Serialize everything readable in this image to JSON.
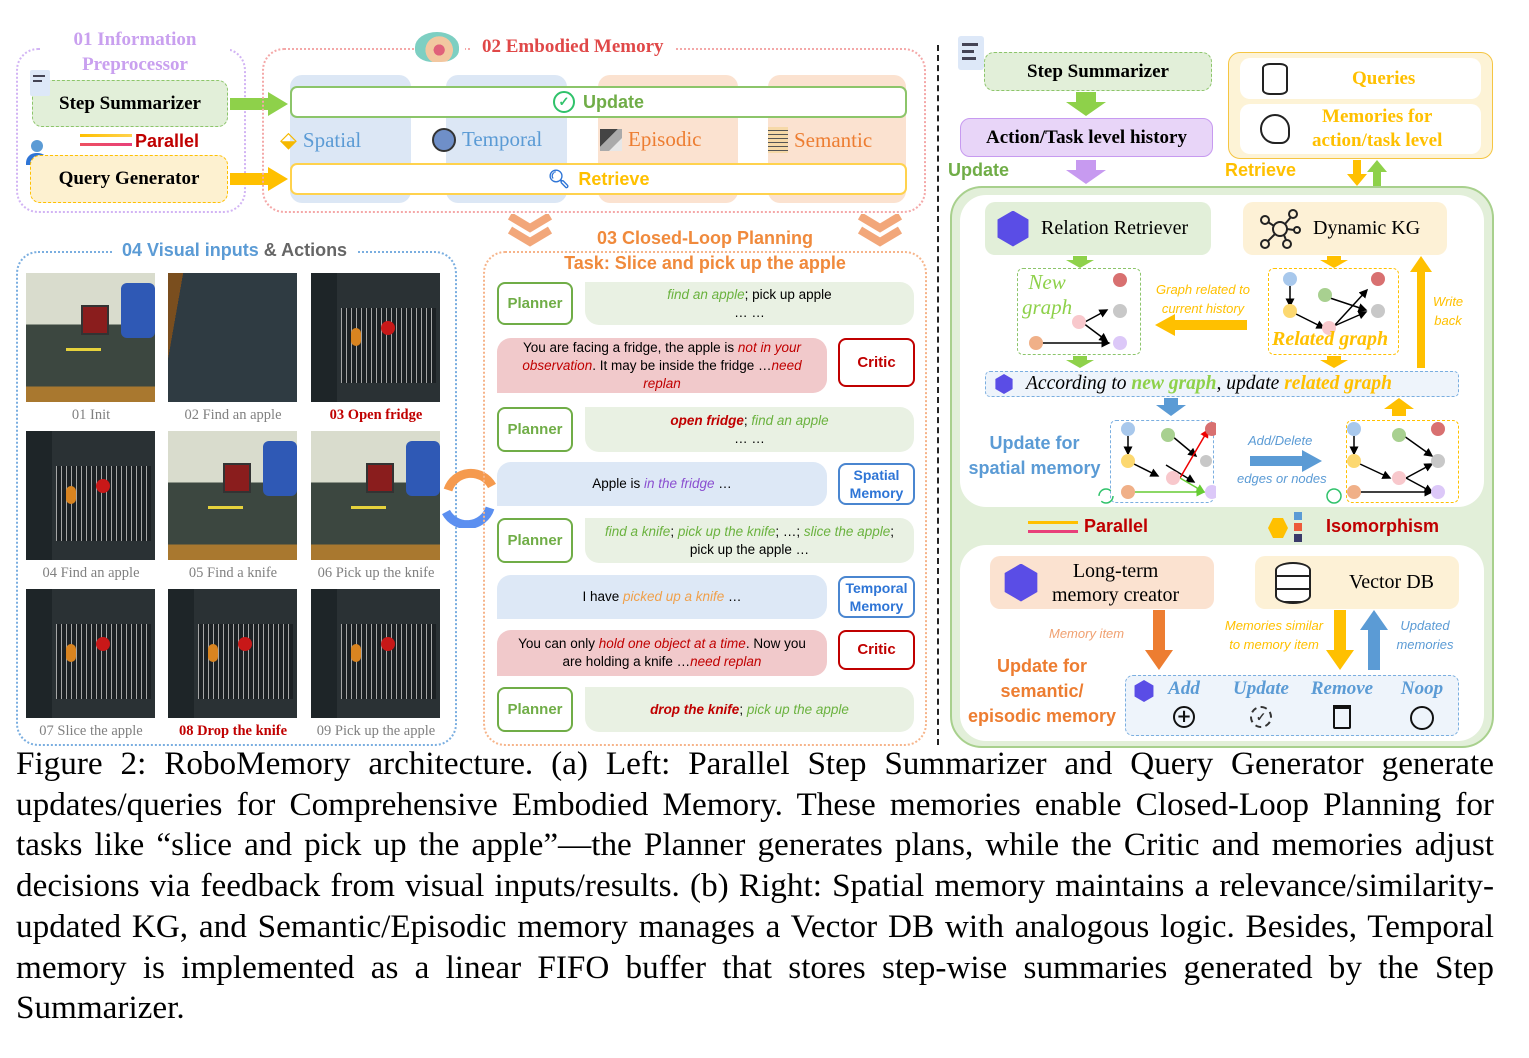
{
  "left": {
    "preprocessor": {
      "title_line1": "01 Information",
      "title_line2": "Preprocessor",
      "step_summarizer": "Step Summarizer",
      "parallel": "Parallel",
      "query_generator": "Query Generator"
    },
    "embodied_memory": {
      "title": "02 Embodied Memory",
      "update": "Update",
      "retrieve": "Retrieve",
      "memories": [
        "Spatial",
        "Temporal",
        "Episodic",
        "Semantic"
      ]
    },
    "visual": {
      "title_blue": "04 Visual inputs",
      "title_gray": "& Actions",
      "frames": [
        {
          "caption": "01 Init",
          "highlight": false
        },
        {
          "caption": "02 Find an apple",
          "highlight": false
        },
        {
          "caption": "03 Open fridge",
          "highlight": true
        },
        {
          "caption": "04 Find an apple",
          "highlight": false
        },
        {
          "caption": "05 Find a knife",
          "highlight": false
        },
        {
          "caption": "06 Pick up the knife",
          "highlight": false
        },
        {
          "caption": "07 Slice the apple",
          "highlight": false
        },
        {
          "caption": "08 Drop the knife",
          "highlight": true
        },
        {
          "caption": "09 Pick up the apple",
          "highlight": false
        }
      ]
    },
    "planning": {
      "title": "03 Closed-Loop Planning",
      "task": "Task: Slice and pick up the apple",
      "rows": [
        {
          "role": "Planner",
          "line2": "… …",
          "segments": [
            {
              "t": "find an apple",
              "s": "g"
            },
            {
              "t": "; pick up apple",
              "s": ""
            }
          ]
        },
        {
          "role": "Critic",
          "segments": [
            {
              "t": "You are facing a fridge, the apple is ",
              "s": ""
            },
            {
              "t": "not in your observation",
              "s": "ri"
            },
            {
              "t": ". It may be inside the fridge …",
              "s": ""
            },
            {
              "t": "need replan",
              "s": "ri"
            }
          ]
        },
        {
          "role": "Planner",
          "line2": "… …",
          "segments": [
            {
              "t": "open fridge",
              "s": "rb"
            },
            {
              "t": "; ",
              "s": ""
            },
            {
              "t": "find an apple",
              "s": "g"
            }
          ]
        },
        {
          "role": "Spatial Memory",
          "segments": [
            {
              "t": "Apple is ",
              "s": ""
            },
            {
              "t": "in the fridge",
              "s": "p"
            },
            {
              "t": " …",
              "s": ""
            }
          ]
        },
        {
          "role": "Planner",
          "segments": [
            {
              "t": "find a knife",
              "s": "g"
            },
            {
              "t": "; ",
              "s": ""
            },
            {
              "t": "pick up the knife",
              "s": "g"
            },
            {
              "t": "; …; ",
              "s": ""
            },
            {
              "t": "slice the apple",
              "s": "g"
            },
            {
              "t": "; pick up the apple …",
              "s": ""
            }
          ]
        },
        {
          "role": "Temporal Memory",
          "segments": [
            {
              "t": "I have ",
              "s": ""
            },
            {
              "t": "picked up a knife",
              "s": "o"
            },
            {
              "t": " …",
              "s": ""
            }
          ]
        },
        {
          "role": "Critic",
          "segments": [
            {
              "t": "You can only ",
              "s": ""
            },
            {
              "t": "hold one object at a time",
              "s": "ri"
            },
            {
              "t": ". Now you are holding a knife …",
              "s": ""
            },
            {
              "t": "need replan",
              "s": "ri"
            }
          ]
        },
        {
          "role": "Planner",
          "segments": [
            {
              "t": "drop the knife",
              "s": "rb"
            },
            {
              "t": "; ",
              "s": ""
            },
            {
              "t": "pick up the apple",
              "s": "g"
            }
          ]
        }
      ]
    }
  },
  "right": {
    "step_summarizer": "Step Summarizer",
    "history": "Action/Task level history",
    "update": "Update",
    "retrieve": "Retrieve",
    "queries": "Queries",
    "memories_line1": "Memories for",
    "memories_line2": "action/task level",
    "spatial": {
      "relation_retriever": "Relation Retriever",
      "dynamic_kg": "Dynamic KG",
      "new_graph_line1": "New",
      "new_graph_line2": "graph",
      "related_graph": "Related graph",
      "graph_related_line1": "Graph related to",
      "graph_related_line2": "current history",
      "write_back_line1": "Write",
      "write_back_line2": "back",
      "according_prefix": "According to ",
      "according_new": "new graph",
      "according_mid": ", update ",
      "according_related": "related graph",
      "update_line1": "Update for",
      "update_line2": "spatial memory",
      "add_delete": "Add/Delete",
      "edges_nodes": "edges or nodes"
    },
    "parallel": "Parallel",
    "isomorphism": "Isomorphism",
    "semantic": {
      "creator_line1": "Long-term",
      "creator_line2": "memory creator",
      "vector_db": "Vector DB",
      "memory_item": "Memory item",
      "similar_line1": "Memories similar",
      "similar_line2": "to memory item",
      "updated_line1": "Updated",
      "updated_line2": "memories",
      "update_line1": "Update for",
      "update_line2": "semantic/",
      "update_line3": "episodic memory",
      "ops": [
        "Add",
        "Update",
        "Remove",
        "Noop"
      ]
    }
  },
  "caption": "Figure 2:  RoboMemory architecture.  (a) Left:  Parallel Step Summarizer and Query Generator generate updates/queries for Comprehensive Embodied Memory. These memories enable Closed-Loop Planning for tasks like “slice and pick up the apple”—the Planner generates plans, while the Critic and memories adjust decisions via feedback from visual inputs/results.  (b) Right:  Spatial memory maintains a relevance/similarity-updated KG, and Semantic/Episodic memory manages a Vector DB with analogous logic. Besides, Temporal memory is implemented as a linear FIFO buffer that stores step-wise summaries generated by the Step Summarizer.",
  "colors": {
    "green": "#70ad47",
    "yellow": "#ffc000",
    "orange": "#ed7d31",
    "blue": "#5b9bd5",
    "red": "#c00000",
    "purple": "#c79af0"
  }
}
